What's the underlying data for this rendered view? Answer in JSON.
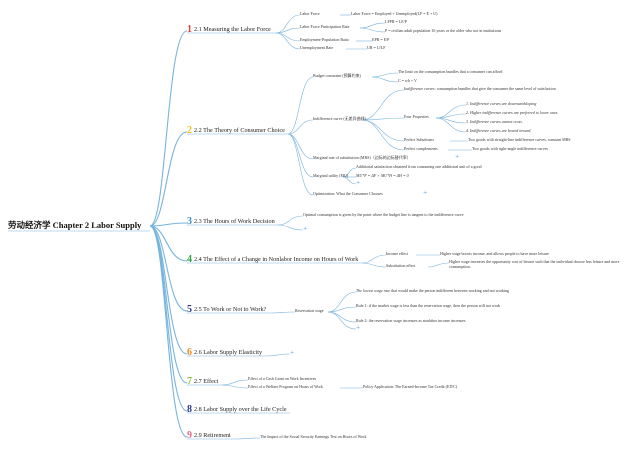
{
  "root": {
    "label": "劳动经济学 Chapter 2 Labor Supply"
  },
  "colors": {
    "branch": "#78b4dd",
    "n1": "#e5413b",
    "n2": "#f0c419",
    "n3": "#3a8fd1",
    "n4": "#2f9e44",
    "n5": "#2b3990",
    "n6": "#f08a24",
    "n7": "#8cc63f",
    "n8": "#2b3990",
    "n9": "#e56b8a"
  },
  "icons": {
    "expand": "plus-icon"
  },
  "sections": [
    {
      "num": "1",
      "label": "2.1 Measuring the Labor Force"
    },
    {
      "num": "2",
      "label": "2.2 The Theory of Consumer Choice"
    },
    {
      "num": "3",
      "label": "2.3 The Hours of Work Decision"
    },
    {
      "num": "4",
      "label": "2.4 The Effect of a Change in Nonlabor Income on Hours of Work"
    },
    {
      "num": "5",
      "label": "2.5 To Work or Not to Work?"
    },
    {
      "num": "6",
      "label": "2.6 Labor Supply Elasticity"
    },
    {
      "num": "7",
      "label": "2.7 Effect"
    },
    {
      "num": "8",
      "label": "2.8 Labor Supply over the Life Cycle"
    },
    {
      "num": "9",
      "label": "2.9 Retirement"
    }
  ],
  "s1": {
    "labor_force": "Labor Force",
    "labor_force_def": "Labor Force = Employed + Unemployed(LF = E + U)",
    "lfpr": "Labor Force Participation Rate",
    "lfpr_formula": "LFPR = LF/P",
    "lfpr_note": "P = civilian adult population 16 years or the older who not in institutions",
    "epr": "Employment-Population Ratio",
    "epr_formula": "EPR = E/P",
    "ur": "Unemployment Rate",
    "ur_formula": "UR = U/LF"
  },
  "s2": {
    "budget": "Budget constraint (预算约束)",
    "budget_def": "The limit on the consumption bundles that a consumer can afford",
    "budget_formula": "C = wh + V",
    "indiff": "Indifference curve (无差异曲线)",
    "indiff_def_term": "Indifference curves",
    "indiff_def_rest": ": consumption bundles that give the consumer the same level of satisfaction",
    "four_props": "Four Properties",
    "props": [
      "1. Indifference curves are downwardsloping",
      "2. Higher indifference curves are preferred to lower ones.",
      "3. Indifference curves cannot cross.",
      "4. Indifference curves are bowed inward."
    ],
    "perfect_subs": "Perfect Substitutes",
    "perfect_subs_def": "Two goods with straight-line indifference curves, constant MRS",
    "perfect_comp": "Perfect complements",
    "perfect_comp_def": "Two goods with right-angle indifference curves",
    "mrs": "Marginal rate of substitution (MRS)（边际的边际替代率）",
    "mu": "Marginal utility (MU)",
    "mu_def": "Additional satisfaction obtained from consuming one additional unit of a good",
    "mu_formula": "MU*F = ΔF + MU*H = ΔH = 0",
    "opt": "Optimization: What the Consumer Chooses"
  },
  "s3": {
    "text": "Optimal consumption is given by the point where the budget line is tangent to the indifference curve"
  },
  "s4": {
    "income": "Income effect",
    "income_def": "Higher wage boosts income, and allows people to have more leisure",
    "subs": "Substitution effect",
    "subs_def": "Higher wage increases the opportunity cost of leisure such that the individual choose less leisure and more consumption."
  },
  "s5": {
    "reservation": "Reservation wage",
    "def_term": "The lowest wage rate",
    "def_rest": " that would make the person indifferent between working and not working",
    "rule1": "Rule 1: if the market wage is less than the reservation wage, then the person will not work",
    "rule2": "Rule 2: the reservation wage increases as nonlabor income increases"
  },
  "s7": {
    "cash": "Effect of a Cash Grant on Work Incentives",
    "welfare": "Effect of a Welfare Program on Hours of Work",
    "policy": "Policy Application: The Earned-Income Tax Credit (EITC)"
  },
  "s9": {
    "impact": "The Impact of the Social Security Earnings Test on Hours of Work"
  }
}
